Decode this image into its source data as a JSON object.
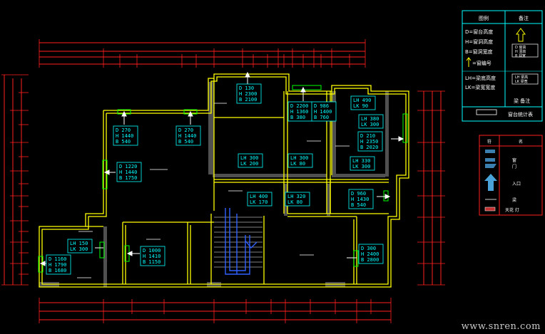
{
  "plan": {
    "colors": {
      "wall": "#ffff00",
      "dim": "#ff2020",
      "tag": "#00ffff",
      "marker": "#ffffff",
      "window": "#00ff00",
      "stair": "#3060ff",
      "hatch": "#808080"
    },
    "room_tags": [
      {
        "name": "tag-room-a",
        "lines": [
          "D 270",
          "H 1440",
          "B 540"
        ]
      },
      {
        "name": "tag-room-b",
        "lines": [
          "D 270",
          "H 1440",
          "B 540"
        ]
      },
      {
        "name": "tag-room-c",
        "lines": [
          "D 1220",
          "H 1440",
          "B 1750"
        ]
      },
      {
        "name": "tag-room-d",
        "lines": [
          "D 130",
          "H 2300",
          "B 2100"
        ]
      },
      {
        "name": "tag-room-e",
        "lines": [
          "D 2200",
          "H 1360",
          "B 380"
        ]
      },
      {
        "name": "tag-room-f",
        "lines": [
          "D 986",
          "H 1400",
          "B 760"
        ]
      },
      {
        "name": "tag-room-g",
        "lines": [
          "LH 490",
          "LK 90"
        ]
      },
      {
        "name": "tag-room-h",
        "lines": [
          "LH 380",
          "LK 300"
        ]
      },
      {
        "name": "tag-room-i",
        "lines": [
          "D 210",
          "H 2350",
          "B 2020"
        ]
      },
      {
        "name": "tag-room-j",
        "lines": [
          "LH 300",
          "LK 200"
        ]
      },
      {
        "name": "tag-room-k",
        "lines": [
          "LH 300",
          "LK 80"
        ]
      },
      {
        "name": "tag-room-l",
        "lines": [
          "LH 330",
          "LK 300"
        ]
      },
      {
        "name": "tag-room-m",
        "lines": [
          "LH 400",
          "LK 170"
        ]
      },
      {
        "name": "tag-room-n",
        "lines": [
          "LH 320",
          "LK 80"
        ]
      },
      {
        "name": "tag-room-o",
        "lines": [
          "D 960",
          "H 1430",
          "B 540"
        ]
      },
      {
        "name": "tag-room-p",
        "lines": [
          "LH 150",
          "LK 300"
        ]
      },
      {
        "name": "tag-room-q",
        "lines": [
          "D 1000",
          "H 1410",
          "B 1150"
        ]
      },
      {
        "name": "tag-room-r",
        "lines": [
          "D 1160",
          "H 1790",
          "B 1680"
        ]
      },
      {
        "name": "tag-room-s",
        "lines": [
          "D 300",
          "H 2400",
          "B 2800"
        ]
      }
    ]
  },
  "legend": {
    "header_left": "图例",
    "header_right": "备注",
    "d_line": "D=窗台高度",
    "h_line": "H=窗洞高度",
    "b_line": "B=窗洞宽度",
    "arrow_note": "=窗编号",
    "lh_line": "LH=梁底高度",
    "lk_line": "LK=梁宽宽度",
    "mini_rows": [
      "D 窗高",
      "H 洞高",
      "B 洞宽"
    ],
    "mini_rows2": [
      "LH 梁高",
      "LK 梁宽"
    ],
    "beam_note": "梁 备注",
    "bottom_note": "窗台统计表"
  },
  "legend2": {
    "header_left": "符",
    "header_right": "名",
    "rows": [
      {
        "label": ""
      },
      {
        "label": "窗"
      },
      {
        "label": "门"
      },
      {
        "label": "入口"
      },
      {
        "label": "梁"
      },
      {
        "label": "天花 灯"
      }
    ]
  },
  "watermark": "www.snren.com"
}
